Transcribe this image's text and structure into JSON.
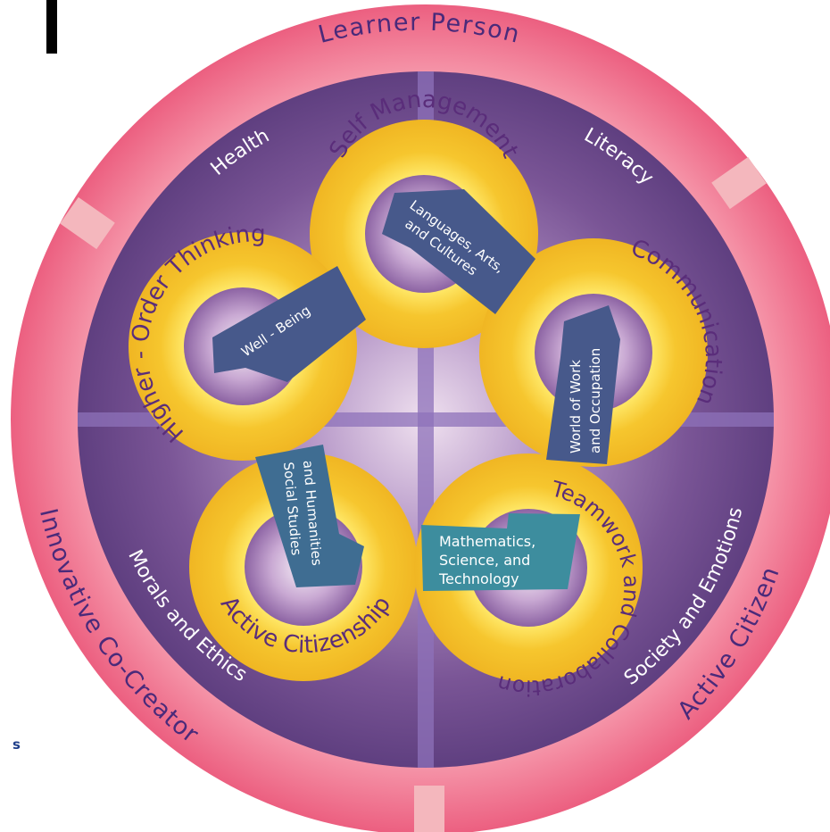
{
  "ring": {
    "top": "Learner Person",
    "left": "Innovative Co-Creator",
    "right": "Active Citizen"
  },
  "quadrants": {
    "health": "Health",
    "literacy": "Literacy",
    "morals": "Morals and Ethics",
    "society": "Society and Emotions"
  },
  "competencies": {
    "self_management": "Self Management",
    "higher_order": "Higher - Order Thinking",
    "communication": "Communication",
    "active_citizenship": "Active Citizenship",
    "teamwork": "Teamwork and Collaboration"
  },
  "links": {
    "languages": [
      "Languages, Arts,",
      "and Cultures"
    ],
    "wellbeing": "Well - Being",
    "work": [
      "World of Work",
      "and Occupation"
    ],
    "social": [
      "Social Studies",
      "and Humanities"
    ],
    "math": [
      "Mathematics,",
      "Science, and",
      "Technology"
    ]
  },
  "corner_text": "s",
  "colors": {
    "ring": "#ef6f8c",
    "ring_light": "#f7a6b3",
    "disc": "#6c4a8a",
    "disc_center": "#e6cfe6",
    "gold": "#f2c22b",
    "gold_light": "#ffe65a",
    "band": "#47598b",
    "band_teal": "#3d8d9e",
    "text_purple": "#5a2d7a"
  }
}
